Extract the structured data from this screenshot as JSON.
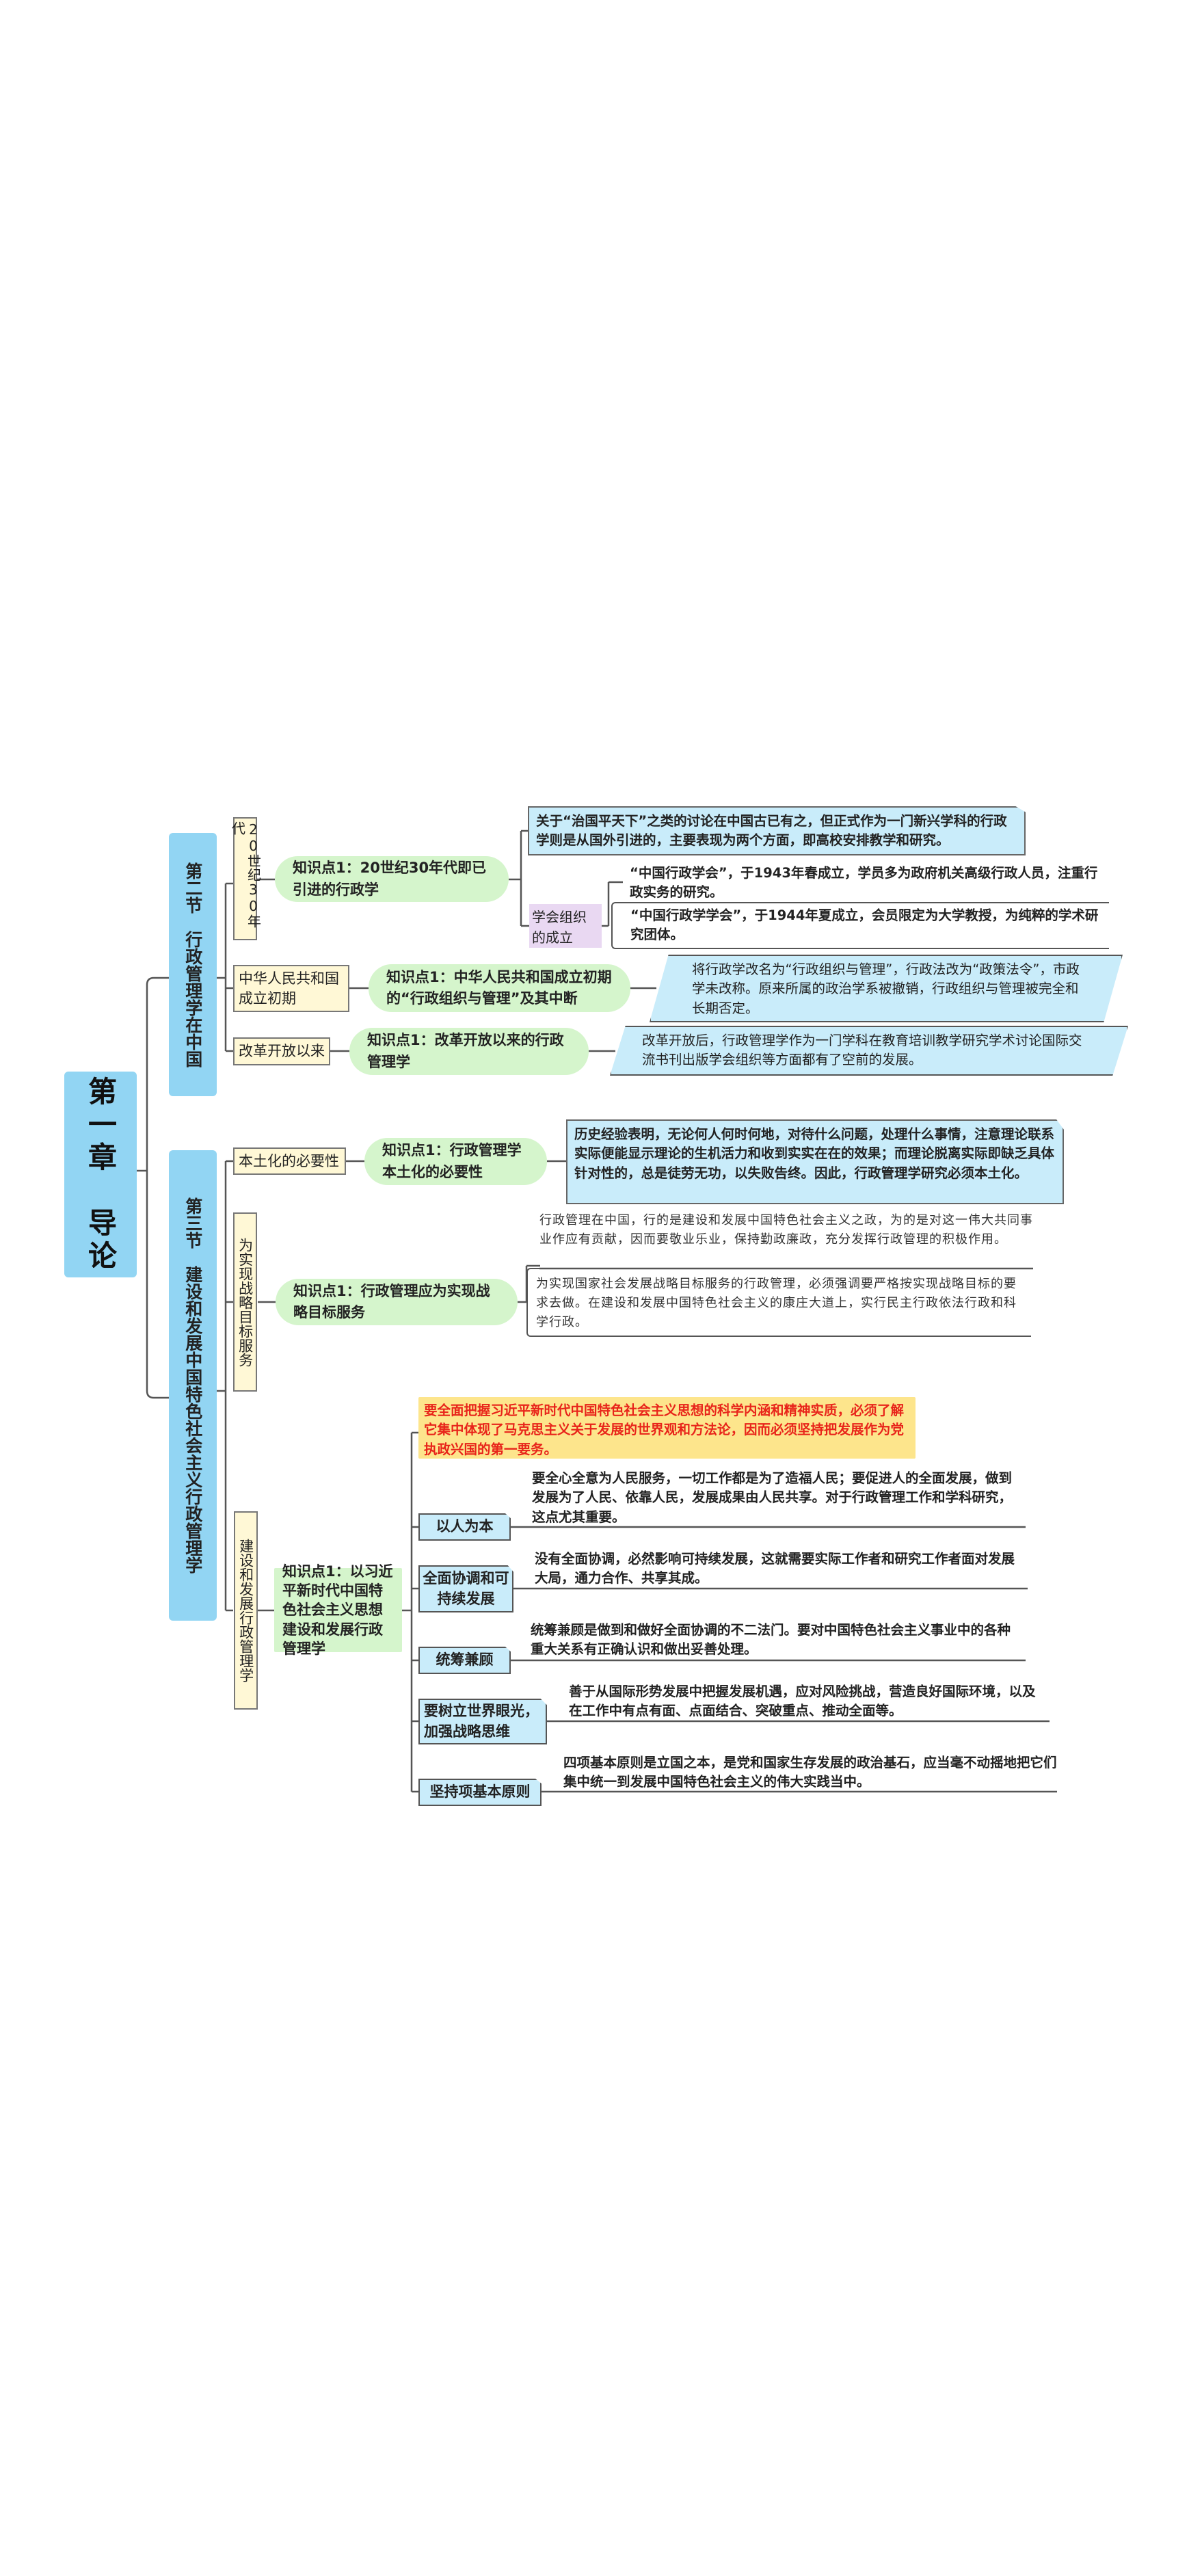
{
  "chapter": {
    "title": "第一章　导论"
  },
  "sections": [
    {
      "title": "第二节　行政管理学在中国",
      "branches": [
        {
          "label": "20世纪30年代",
          "point": "知识点1：20世纪30年代即已引进的行政学",
          "details": {
            "intro": "关于“治国平天下”之类的讨论在中国古已有之，但正式作为一门新兴学科的行政学则是从国外引进的，主要表现为两个方面，即高校安排教学和研究。",
            "sub_label": "学会组织的成立",
            "sub_items": [
              "“中国行政学会”，于1943年春成立，学员多为政府机关高级行政人员，注重行政实务的研究。",
              "“中国行政学学会”，于1944年夏成立，会员限定为大学教授，为纯粹的学术研究团体。"
            ]
          }
        },
        {
          "label": "中华人民共和国成立初期",
          "point": "知识点1：中华人民共和国成立初期的“行政组织与管理”及其中断",
          "detail": "将行政学改名为“行政组织与管理”，行政法改为“政策法令”，市政学未改称。原来所属的政治学系被撤销，行政组织与管理被完全和长期否定。"
        },
        {
          "label": "改革开放以来",
          "point": "知识点1：改革开放以来的行政管理学",
          "detail": "改革开放后，行政管理学作为一门学科在教育培训教学研究学术讨论国际交流书刊出版学会组织等方面都有了空前的发展。"
        }
      ]
    },
    {
      "title": "第三节　建设和发展中国特色社会主义行政管理学",
      "branches": [
        {
          "label": "本土化的必要性",
          "point": "知识点1：行政管理学本土化的必要性",
          "detail": "历史经验表明，无论何人何时何地，对待什么问题，处理什么事情，注意理论联系实际便能显示理论的生机活力和收到实实在在的效果；而理论脱离实际即缺乏具体针对性的，总是徒劳无功，以失败告终。因此，行政管理学研究必须本土化。"
        },
        {
          "label": "为实现战略目标服务",
          "point": "知识点1：行政管理应为实现战略目标服务",
          "details": [
            "行政管理在中国，行的是建设和发展中国特色社会主义之政，为的是对这一伟大共同事业作应有贡献，因而要敬业乐业，保持勤政廉政，充分发挥行政管理的积极作用。",
            "为实现国家社会发展战略目标服务的行政管理，必须强调要严格按实现战略目标的要求去做。在建设和发展中国特色社会主义的康庄大道上，实行民主行政依法行政和科学行政。"
          ]
        },
        {
          "label": "建设和发展行政管理学",
          "point": "知识点1：以习近平新时代中国特色社会主义思想建设和发展行政管理学",
          "highlight": "要全面把握习近平新时代中国特色社会主义思想的科学内涵和精神实质，必须了解它集中体现了马克思主义关于发展的世界观和方法论，因而必须坚持把发展作为党执政兴国的第一要务。",
          "principles": [
            {
              "tag": "以人为本",
              "text": "要全心全意为人民服务，一切工作都是为了造福人民；要促进人的全面发展，做到发展为了人民、依靠人民，发展成果由人民共享。对于行政管理工作和学科研究，这点尤其重要。"
            },
            {
              "tag": "全面协调和可持续发展",
              "text": "没有全面协调，必然影响可持续发展，这就需要实际工作者和研究工作者面对发展大局，通力合作、共享其成。"
            },
            {
              "tag": "统筹兼顾",
              "text": "统筹兼顾是做到和做好全面协调的不二法门。要对中国特色社会主义事业中的各种重大关系有正确认识和做出妥善处理。"
            },
            {
              "tag": "要树立世界眼光，加强战略思维",
              "text": "善于从国际形势发展中把握发展机遇，应对风险挑战，营造良好国际环境，以及在工作中有点有面、点面结合、突破重点、推动全面等。"
            },
            {
              "tag": "坚持项基本原则",
              "text": "四项基本原则是立国之本，是党和国家生存发展的政治基石，应当毫不动摇地把它们集中统一到发展中国特色社会主义的伟大实践当中。"
            }
          ]
        }
      ]
    }
  ],
  "colors": {
    "chapter_bg": "#92d5f3",
    "section_bg": "#92d5f3",
    "label_bg": "#fff8d6",
    "point_bg": "#d5f5cc",
    "card_bg": "#c9ecfa",
    "sub_label_bg": "#e9d8f2",
    "highlight_bg": "#fde58c",
    "highlight_text": "#e8241a"
  }
}
